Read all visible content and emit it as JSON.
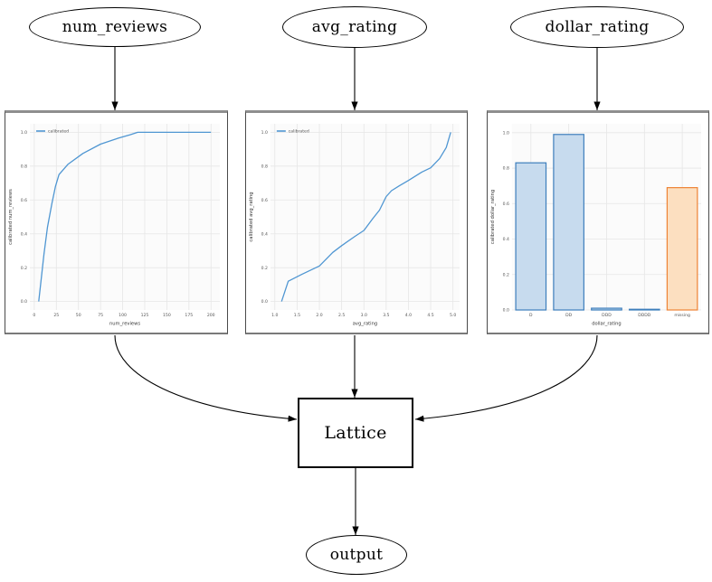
{
  "diagram": {
    "nodes": {
      "num_reviews": {
        "label": "num_reviews"
      },
      "avg_rating": {
        "label": "avg_rating"
      },
      "dollar_rating": {
        "label": "dollar_rating"
      },
      "lattice": {
        "label": "Lattice"
      },
      "output": {
        "label": "output"
      }
    }
  },
  "colors": {
    "line_blue": "#4f96d2",
    "bar_blue_fill": "#c7dbee",
    "bar_blue_edge": "#3d7ebc",
    "bar_orange_fill": "#fcdfc0",
    "bar_orange_edge": "#ee8335",
    "grid": "#e6e6e6",
    "axes_bg": "#fbfbfb",
    "tick_text": "#555555",
    "label_text": "#333333",
    "edge_black": "#000000"
  },
  "chart_data": [
    {
      "type": "line",
      "title": "",
      "xlabel": "num_reviews",
      "ylabel": "calibrated num_reviews",
      "legend": [
        "calibrated"
      ],
      "legend_position": "upper left",
      "grid": true,
      "xlim": [
        -5,
        210
      ],
      "ylim": [
        -0.05,
        1.05
      ],
      "xticks": [
        0,
        25,
        50,
        75,
        100,
        125,
        150,
        175,
        200
      ],
      "xtick_labels": [
        "0",
        "25",
        "50",
        "75",
        "100",
        "125",
        "150",
        "175",
        "200"
      ],
      "yticks": [
        0.0,
        0.2,
        0.4,
        0.6,
        0.8,
        1.0
      ],
      "ytick_labels": [
        "0.0",
        "0.2",
        "0.4",
        "0.6",
        "0.8",
        "1.0"
      ],
      "series": [
        {
          "name": "calibrated",
          "color": "#4f96d2",
          "x": [
            5,
            8,
            11,
            15,
            20,
            24,
            28,
            38,
            55,
            75,
            95,
            108,
            117,
            200
          ],
          "y": [
            0.0,
            0.14,
            0.28,
            0.44,
            0.58,
            0.68,
            0.75,
            0.81,
            0.875,
            0.93,
            0.965,
            0.985,
            1.0,
            1.0
          ]
        }
      ]
    },
    {
      "type": "line",
      "title": "",
      "xlabel": "avg_rating",
      "ylabel": "calibrated avg_rating",
      "legend": [
        "calibrated"
      ],
      "legend_position": "upper left",
      "grid": true,
      "xlim": [
        0.9,
        5.15
      ],
      "ylim": [
        -0.05,
        1.05
      ],
      "xticks": [
        1.0,
        1.5,
        2.0,
        2.5,
        3.0,
        3.5,
        4.0,
        4.5,
        5.0
      ],
      "xtick_labels": [
        "1.0",
        "1.5",
        "2.0",
        "2.5",
        "3.0",
        "3.5",
        "4.0",
        "4.5",
        "5.0"
      ],
      "yticks": [
        0.0,
        0.2,
        0.4,
        0.6,
        0.8,
        1.0
      ],
      "ytick_labels": [
        "0.0",
        "0.2",
        "0.4",
        "0.6",
        "0.8",
        "1.0"
      ],
      "series": [
        {
          "name": "calibrated",
          "color": "#4f96d2",
          "x": [
            1.15,
            1.3,
            1.6,
            2.0,
            2.3,
            2.5,
            2.8,
            3.0,
            3.2,
            3.35,
            3.5,
            3.62,
            3.8,
            4.0,
            4.3,
            4.5,
            4.7,
            4.85,
            4.95
          ],
          "y": [
            0.0,
            0.12,
            0.16,
            0.21,
            0.29,
            0.33,
            0.385,
            0.42,
            0.49,
            0.54,
            0.62,
            0.655,
            0.685,
            0.715,
            0.765,
            0.79,
            0.845,
            0.91,
            1.0
          ]
        }
      ]
    },
    {
      "type": "bar",
      "title": "",
      "xlabel": "dollar_rating",
      "ylabel": "calibrated dollar_rating",
      "grid": true,
      "categories": [
        "D",
        "DD",
        "DDD",
        "DDDD",
        "missing"
      ],
      "values": [
        0.83,
        0.99,
        0.01,
        0.004,
        0.69
      ],
      "bar_fill": [
        "#c7dbee",
        "#c7dbee",
        "#c7dbee",
        "#c7dbee",
        "#fcdfc0"
      ],
      "bar_edge": [
        "#3d7ebc",
        "#3d7ebc",
        "#3d7ebc",
        "#3d7ebc",
        "#ee8335"
      ],
      "ylim": [
        0,
        1.05
      ],
      "yticks": [
        0.0,
        0.2,
        0.4,
        0.6,
        0.8,
        1.0
      ],
      "ytick_labels": [
        "0.0",
        "0.2",
        "0.4",
        "0.6",
        "0.8",
        "1.0"
      ]
    }
  ]
}
